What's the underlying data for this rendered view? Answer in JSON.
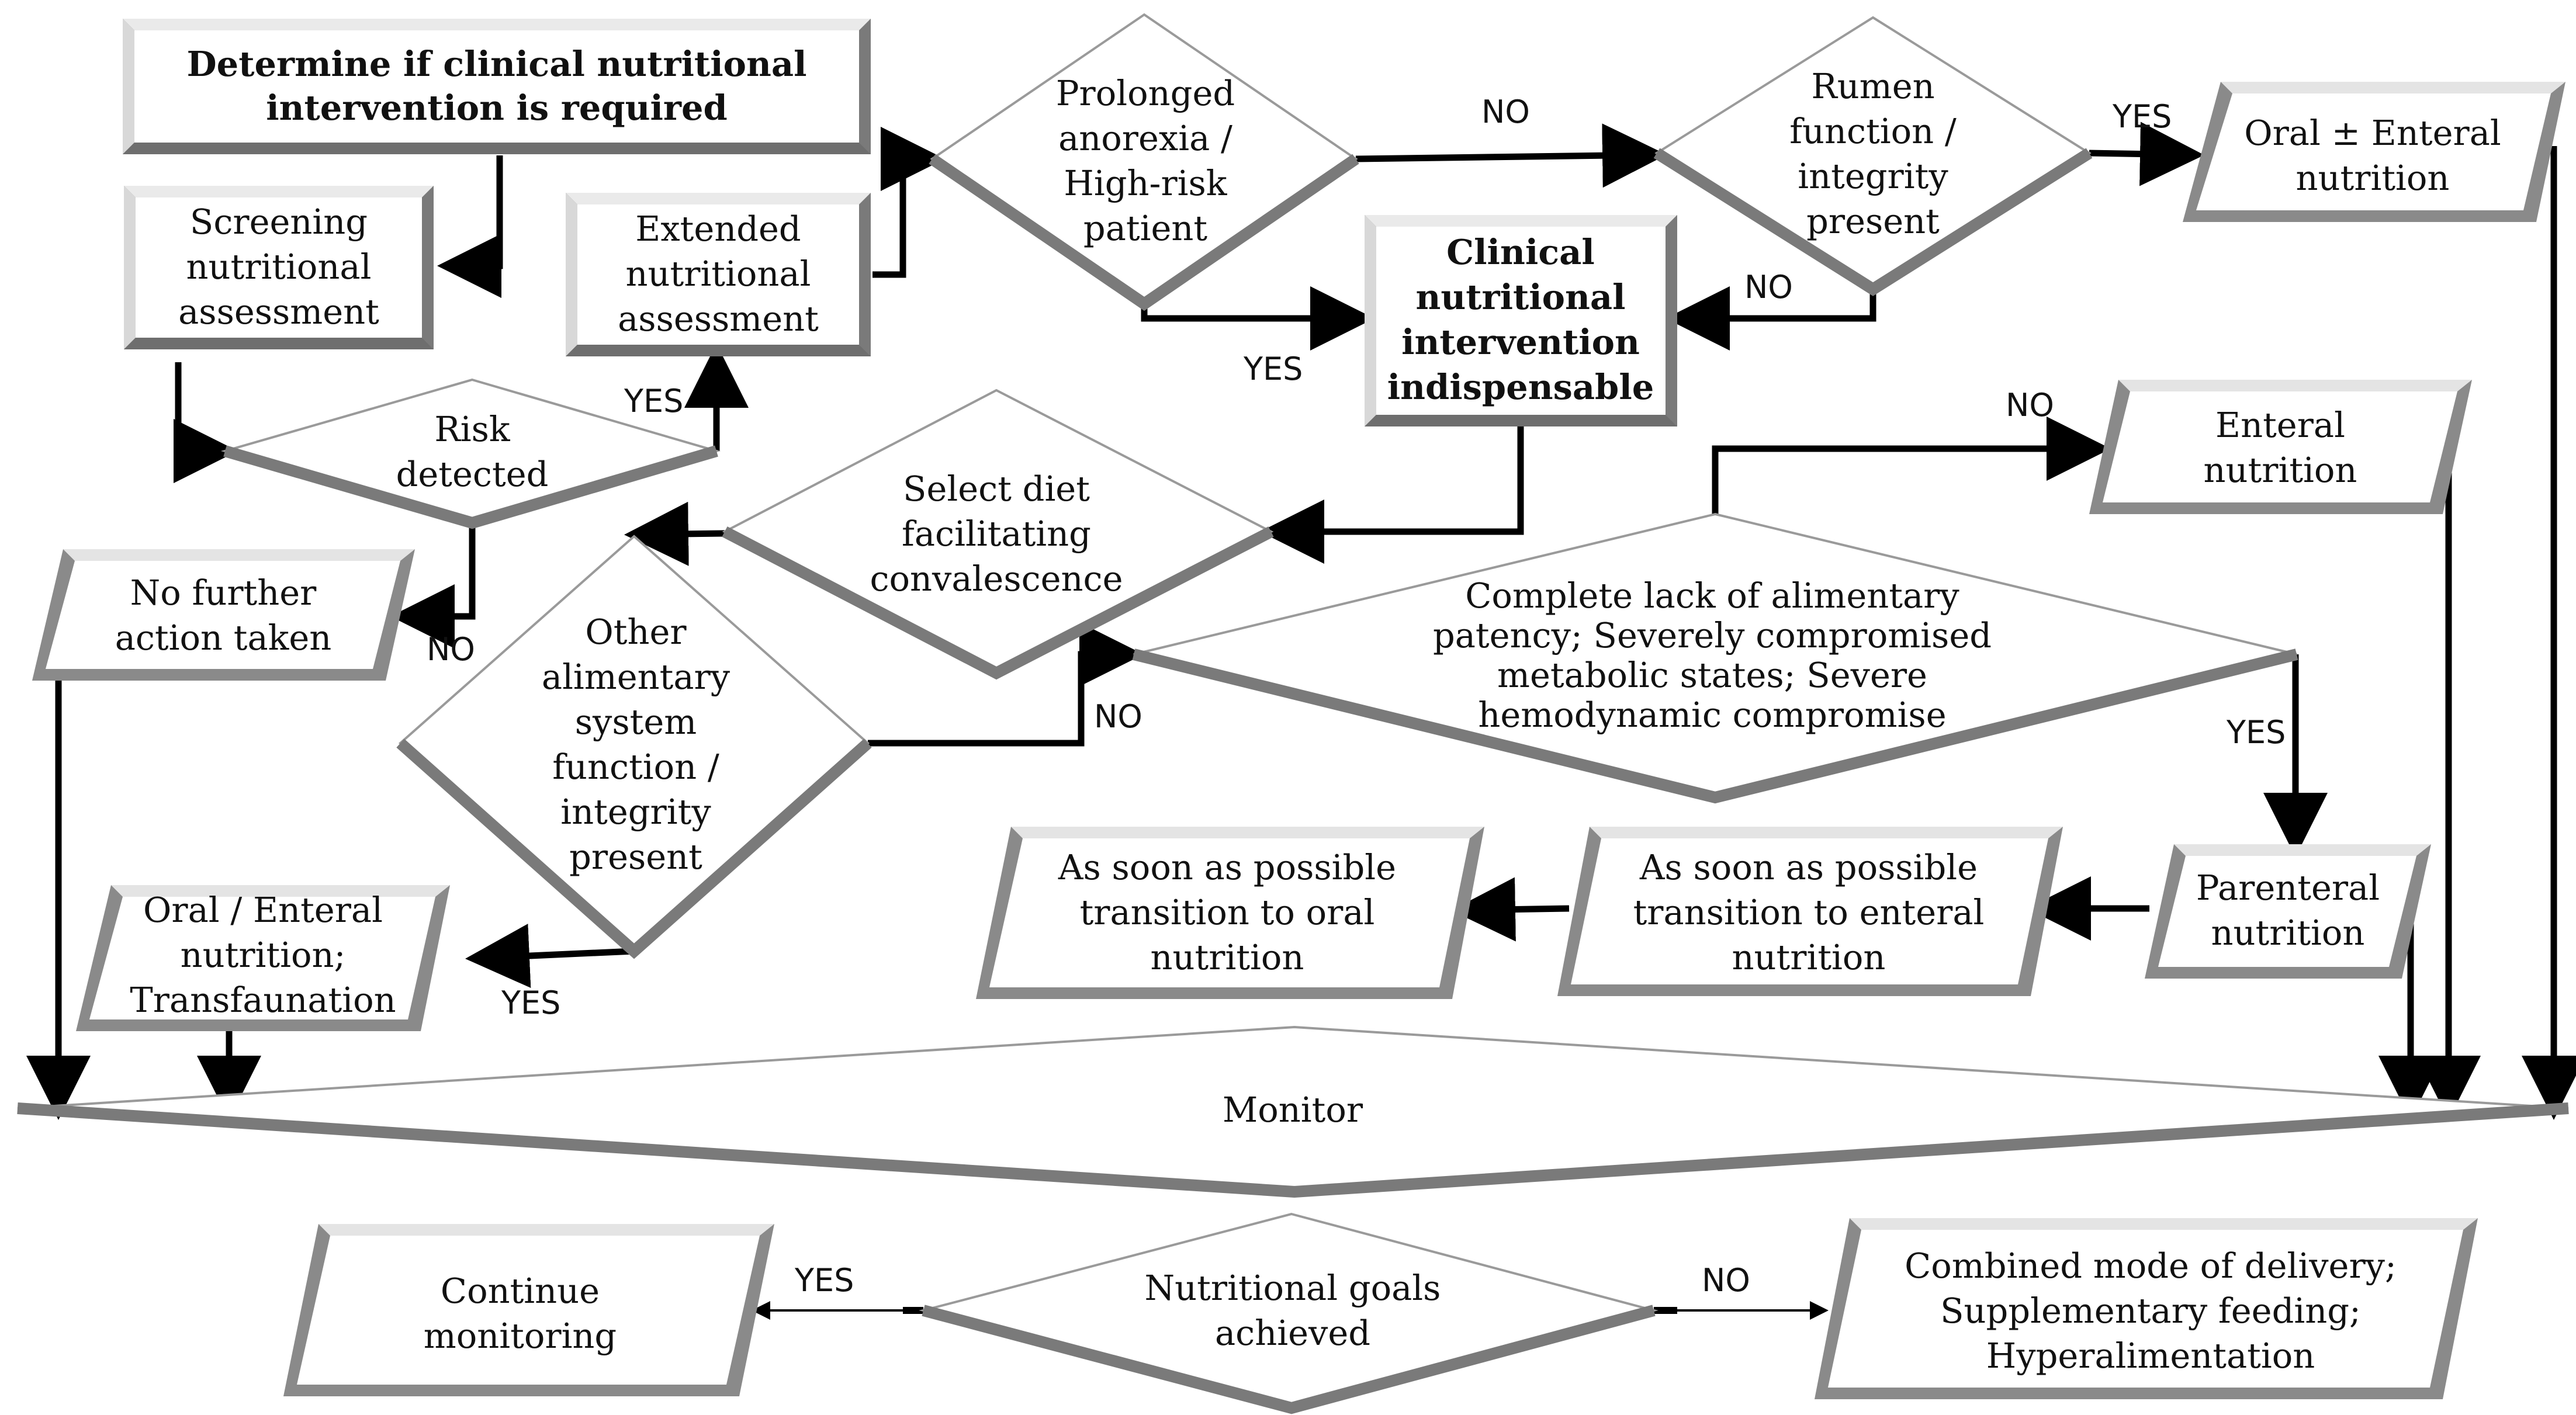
{
  "nodes": {
    "determine": [
      "Determine if clinical nutritional",
      "intervention is required"
    ],
    "screening": [
      "Screening",
      "nutritional",
      "assessment"
    ],
    "extended": [
      "Extended",
      "nutritional",
      "assessment"
    ],
    "prolonged": [
      "Prolonged",
      "anorexia /",
      "High-risk",
      "patient"
    ],
    "rumen": [
      "Rumen",
      "function /",
      "integrity",
      "present"
    ],
    "oral_enteral": [
      "Oral ± Enteral",
      "nutrition"
    ],
    "clinical": [
      "Clinical",
      "nutritional",
      "intervention",
      "indispensable"
    ],
    "risk": [
      "Risk",
      "detected"
    ],
    "no_further": [
      "No further",
      "action taken"
    ],
    "select_diet": [
      "Select diet",
      "facilitating",
      "convalescence"
    ],
    "enteral": [
      "Enteral",
      "nutrition"
    ],
    "complete_lack": [
      "Complete lack of alimentary",
      "patency; Severely compromised",
      "metabolic states; Severe",
      "hemodynamic compromise"
    ],
    "other_alimentary": [
      "Other",
      "alimentary",
      "system",
      "function /",
      "integrity",
      "present"
    ],
    "asap_oral": [
      "As soon as possible",
      "transition to oral",
      "nutrition"
    ],
    "asap_enteral": [
      "As soon as possible",
      "transition to enteral",
      "nutrition"
    ],
    "parenteral": [
      "Parenteral",
      "nutrition"
    ],
    "oral_transf": [
      "Oral / Enteral",
      "nutrition;",
      "Transfaunation"
    ],
    "monitor": [
      "Monitor"
    ],
    "continue": [
      "Continue",
      "monitoring"
    ],
    "goals": [
      "Nutritional goals",
      "achieved"
    ],
    "combined": [
      "Combined mode of delivery;",
      "Supplementary feeding;",
      "Hyperalimentation"
    ]
  },
  "edges": {
    "risk_yes": "YES",
    "risk_no": "NO",
    "prolonged_no": "NO",
    "prolonged_yes": "YES",
    "rumen_yes": "YES",
    "rumen_no": "NO",
    "complete_no": "NO",
    "complete_yes": "YES",
    "other_no": "NO",
    "other_yes": "YES",
    "goals_yes": "YES",
    "goals_no": "NO"
  }
}
